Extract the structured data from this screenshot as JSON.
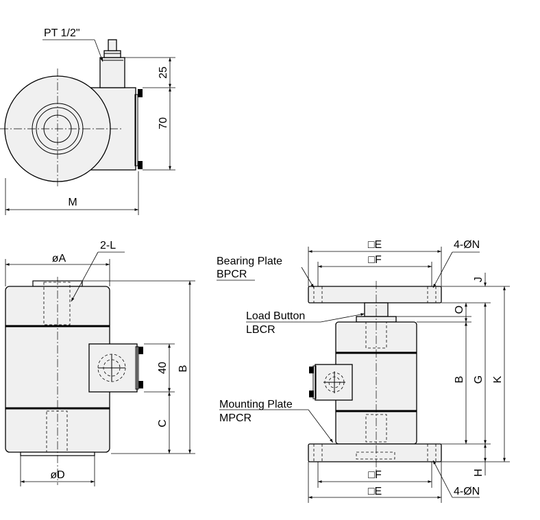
{
  "labels": {
    "thread": "PT 1/2\"",
    "dim_25": "25",
    "dim_70": "70",
    "dim_m": "M",
    "dim_phi_a": "øA",
    "dim_2l": "2-L",
    "dim_40": "40",
    "dim_b": "B",
    "dim_c": "C",
    "dim_phi_d": "øD",
    "bearing_plate": "Bearing Plate",
    "bpcr": "BPCR",
    "load_button": "Load Button",
    "lbcr": "LBCR",
    "mounting_plate": "Mounting Plate",
    "mpcr": "MPCR",
    "top_e": "□E",
    "top_f": "□F",
    "top_4n": "4-ØN",
    "dim_j": "J",
    "dim_o": "O",
    "dim_b2": "B",
    "dim_g": "G",
    "dim_k": "K",
    "dim_h": "H",
    "bottom_f": "□F",
    "bottom_e": "□E",
    "bottom_4n": "4-ØN"
  }
}
